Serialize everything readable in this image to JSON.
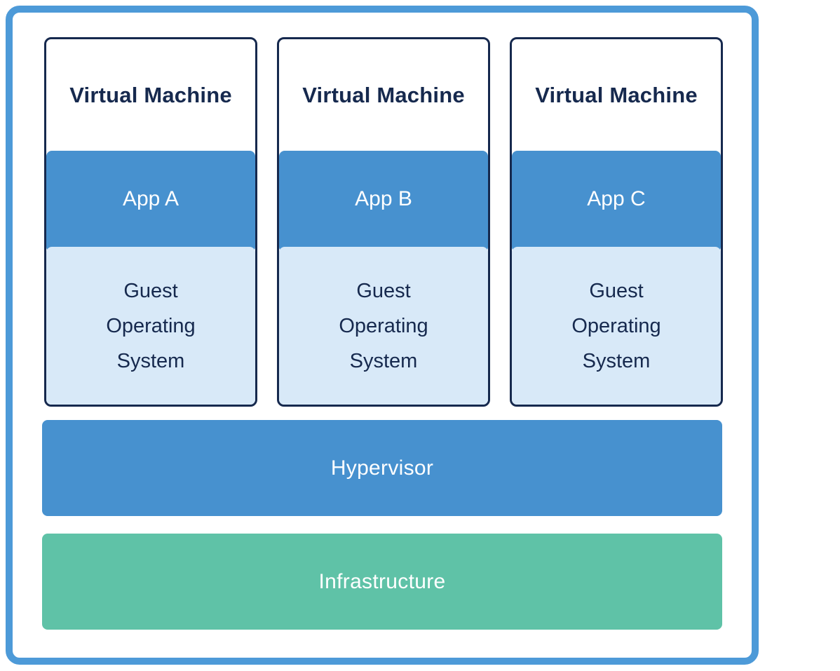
{
  "diagram": {
    "type": "virtualization-architecture",
    "vms": [
      {
        "title": "Virtual Machine",
        "app": "App A",
        "os": "Guest Operating System"
      },
      {
        "title": "Virtual Machine",
        "app": "App B",
        "os": "Guest Operating System"
      },
      {
        "title": "Virtual Machine",
        "app": "App C",
        "os": "Guest Operating System"
      }
    ],
    "layers": [
      {
        "label": "Hypervisor",
        "color": "#4791cf"
      },
      {
        "label": "Infrastructure",
        "color": "#5fc2a7"
      }
    ],
    "colors": {
      "frame_border_blue": "#4d9ad8",
      "app_blue": "#4791cf",
      "guest_light_blue": "#d8e9f8",
      "teal": "#5fc2a7",
      "navy_text": "#16294e",
      "background": "#ffffff"
    }
  }
}
